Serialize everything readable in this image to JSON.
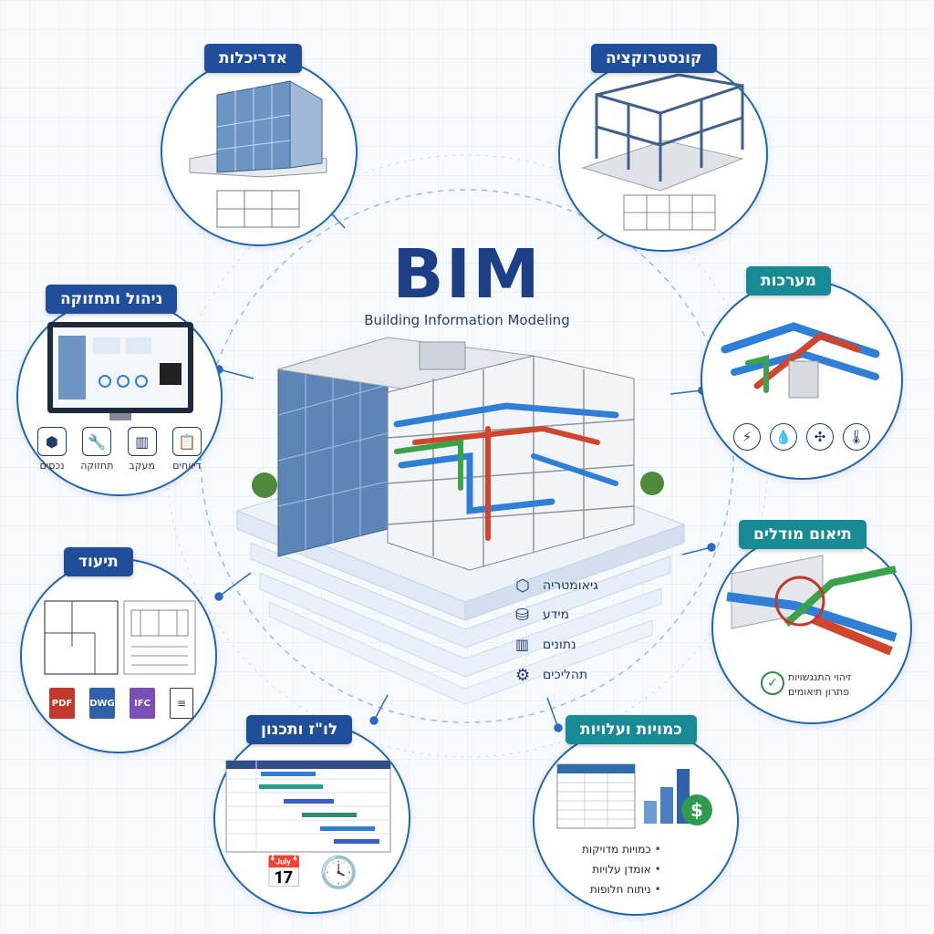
{
  "title": "BIM",
  "subtitle": "Building Information Modeling",
  "nodes": {
    "architecture": {
      "label": "אדריכלות"
    },
    "construction": {
      "label": "קונסטרוקציה"
    },
    "systems": {
      "label": "מערכות"
    },
    "coordination": {
      "label": "תיאום מודלים",
      "items": [
        "זיהוי התנגשויות",
        "פתרון תיאומים"
      ]
    },
    "quantities": {
      "label": "כמויות ועלויות",
      "bullets": [
        "כמויות מדויקות",
        "אומדן עלויות",
        "ניתוח חלופות"
      ]
    },
    "schedule": {
      "label": "לו\"ז ותכנון"
    },
    "documentation": {
      "label": "תיעוד",
      "formats": [
        "PDF",
        "DWG",
        "IFC"
      ]
    },
    "maintenance": {
      "label": "ניהול ותחזוקה",
      "icons": [
        "נכסים",
        "תחזוקה",
        "מעקב",
        "דיווחים"
      ]
    }
  },
  "layers": [
    "גיאומטריה",
    "מידע",
    "נתונים",
    "תהליכים"
  ],
  "colors": {
    "primary": "#1f4e9a",
    "teal": "#178a96",
    "pipe_blue": "#2f7fd6",
    "pipe_red": "#d0452b",
    "pipe_green": "#3aa24a"
  }
}
